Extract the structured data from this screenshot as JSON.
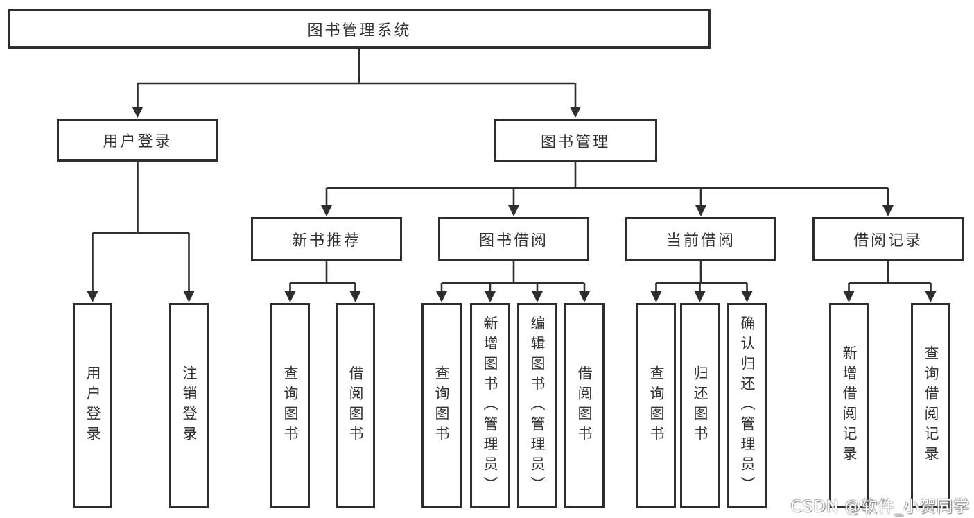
{
  "tree": {
    "label": "图书管理系统",
    "children": [
      {
        "label": "用户登录",
        "children": [
          {
            "label": "用户登录"
          },
          {
            "label": "注销登录"
          }
        ]
      },
      {
        "label": "图书管理",
        "children": [
          {
            "label": "新书推荐",
            "children": [
              {
                "label": "查询图书"
              },
              {
                "label": "借阅图书"
              }
            ]
          },
          {
            "label": "图书借阅",
            "children": [
              {
                "label": "查询图书"
              },
              {
                "label": "新增图书（管理员）"
              },
              {
                "label": "编辑图书（管理员）"
              },
              {
                "label": "借阅图书"
              }
            ]
          },
          {
            "label": "当前借阅",
            "children": [
              {
                "label": "查询图书"
              },
              {
                "label": "归还图书"
              },
              {
                "label": "确认归还（管理员）"
              }
            ]
          },
          {
            "label": "借阅记录",
            "children": [
              {
                "label": "新增借阅记录"
              },
              {
                "label": "查询借阅记录"
              }
            ]
          }
        ]
      }
    ]
  },
  "watermark": {
    "text": "CSDN @软件_小贺同学"
  },
  "colors": {
    "line": "#2e2e2e",
    "text": "#333333",
    "background": "#ffffff",
    "watermark_text": "#ffffff",
    "watermark_outline": "#7d7d7d"
  }
}
